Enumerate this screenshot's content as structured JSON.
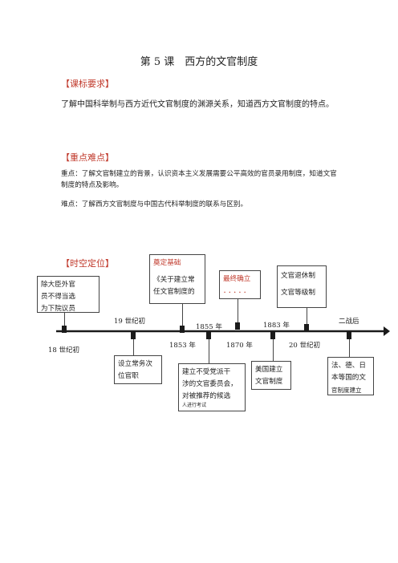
{
  "title": "第 5 课　西方的文官制度",
  "sections": {
    "curriculum": {
      "heading": "【课标要求】",
      "text": "了解中国科举制与西方近代文官制度的渊源关系，知道西方文官制度的特点。"
    },
    "keypoints": {
      "heading": "【重点难点】",
      "key_line1": "重点：了解文官制建立的背景，认识资本主义发展需要公平高效的官员录用制度，知道文官",
      "key_line2": "制度的特点及影响。",
      "difficult": "难点：了解西方文官制度与中国古代科举制度的联系与区别。"
    },
    "timeline": {
      "heading": "【时空定位】"
    }
  },
  "timeline": {
    "axis_labels": {
      "c18": "18 世纪初",
      "c19": "19 世纪初",
      "y1853": "1853 年",
      "y1855": "1855 年",
      "y1870": "1870 年",
      "y1883": "1883 年",
      "c20": "20 世纪初",
      "postwar": "二战后"
    },
    "boxes_above": [
      {
        "lines": [
          "除大臣外官",
          "员不得当选",
          "为下院议员"
        ]
      },
      {
        "head": "奠定基础",
        "lines": [
          "《关于建立常",
          "任文官制度的"
        ]
      },
      {
        "head": "最终确立",
        "dots": "．．．．．"
      },
      {
        "lines": [
          "文官退休制",
          "文官等级制"
        ]
      }
    ],
    "boxes_below": [
      {
        "lines": [
          "设立常务次",
          "位官职"
        ]
      },
      {
        "lines": [
          "建立不受党派干",
          "涉的文官委员会，",
          "对被推荐的候选",
          "人进行考试"
        ]
      },
      {
        "lines": [
          "美国建立",
          "文官制度"
        ]
      },
      {
        "lines": [
          "法、德、日",
          "本等国的文",
          "官制度建立"
        ]
      }
    ]
  }
}
